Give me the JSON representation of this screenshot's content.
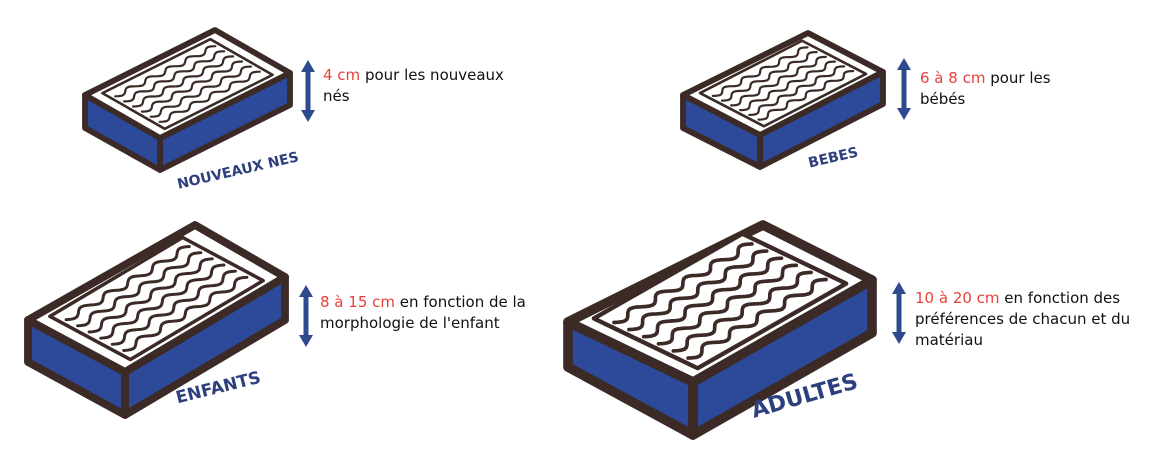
{
  "colors": {
    "mattress_blue": "#2d4a9a",
    "outline": "#3b2a26",
    "label_blue": "#2d3f7c",
    "size_red": "#e8403a",
    "arrow_blue": "#2e4a8f"
  },
  "panels": [
    {
      "label": "NOUVEAUX NES",
      "size": "4 cm",
      "description": " pour les nouveaux nés"
    },
    {
      "label": "BEBES",
      "size": "6 à 8 cm",
      "description": " pour les bébés"
    },
    {
      "label": "ENFANTS",
      "size": "8 à 15 cm",
      "description": " en fonction de la morphologie de l'enfant"
    },
    {
      "label": "ADULTES",
      "size": "10 à 20 cm",
      "description": " en fonction des préférences de chacun et du matériau"
    }
  ]
}
